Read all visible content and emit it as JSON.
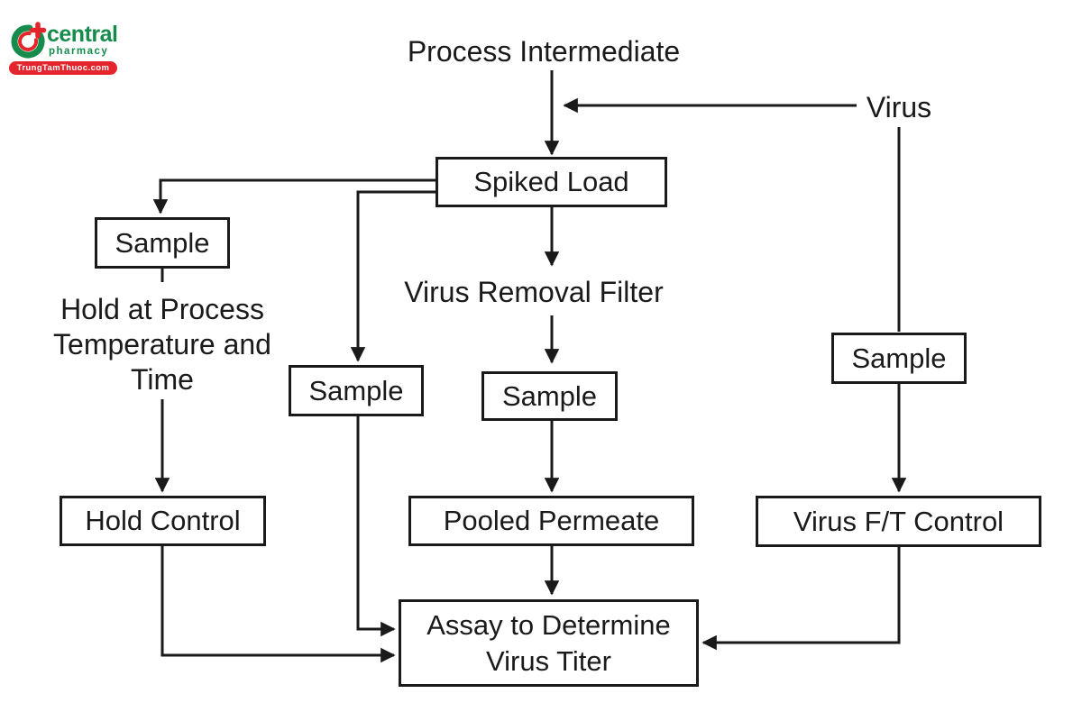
{
  "logo": {
    "brand": "central",
    "sub": "pharmacy",
    "badge": "TrungTamThuoc.com"
  },
  "colors": {
    "ink": "#1a1a1a",
    "brand_green": "#168c4c",
    "brand_red": "#e4252b"
  },
  "nodes": {
    "process_intermediate": "Process Intermediate",
    "virus": "Virus",
    "spiked_load": "Spiked Load",
    "sample_left": "Sample",
    "sample_mid_left": "Sample",
    "sample_center": "Sample",
    "sample_right": "Sample",
    "virus_removal_filter": "Virus Removal Filter",
    "hold_note": {
      "line1": "Hold at Process",
      "line2": "Temperature and",
      "line3": "Time"
    },
    "hold_control": "Hold Control",
    "pooled_permeate": "Pooled Permeate",
    "virus_ft_control": "Virus F/T Control",
    "assay": {
      "line1": "Assay to Determine",
      "line2": "Virus Titer"
    }
  }
}
